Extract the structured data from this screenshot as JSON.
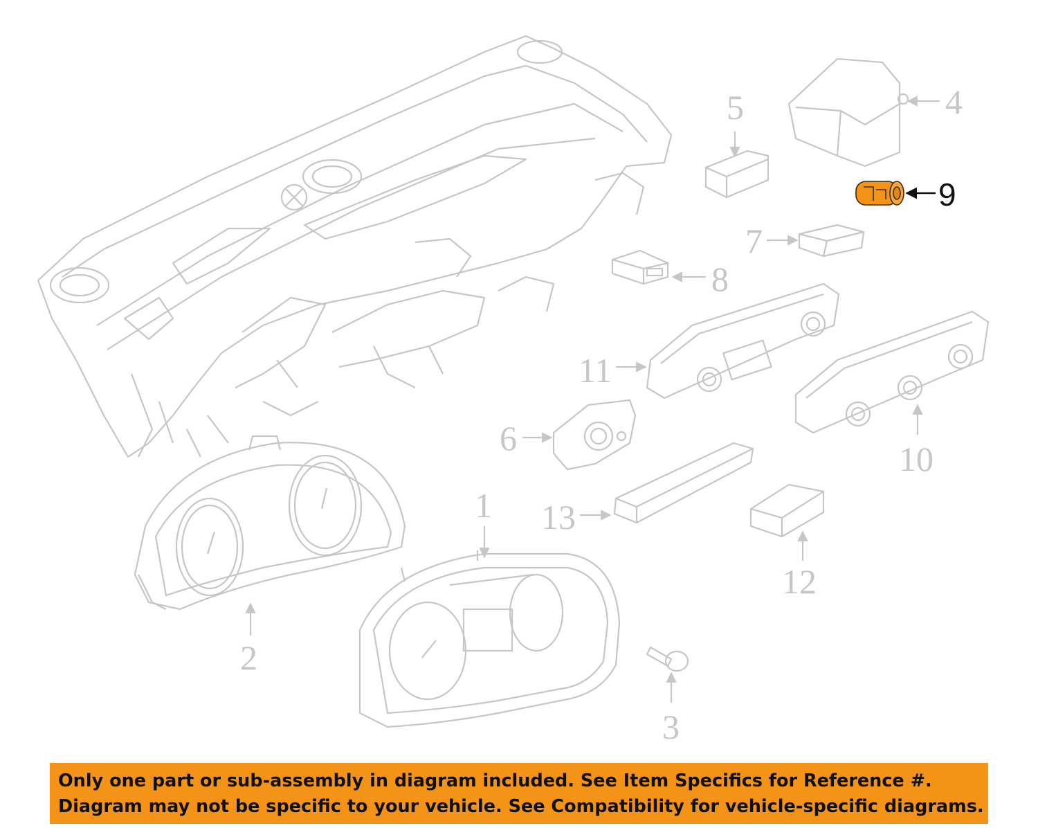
{
  "parts": [
    {
      "number": "1",
      "highlighted": false
    },
    {
      "number": "2",
      "highlighted": false
    },
    {
      "number": "3",
      "highlighted": false
    },
    {
      "number": "4",
      "highlighted": false
    },
    {
      "number": "5",
      "highlighted": false
    },
    {
      "number": "6",
      "highlighted": false
    },
    {
      "number": "7",
      "highlighted": false
    },
    {
      "number": "8",
      "highlighted": false
    },
    {
      "number": "9",
      "highlighted": true
    },
    {
      "number": "10",
      "highlighted": false
    },
    {
      "number": "11",
      "highlighted": false
    },
    {
      "number": "12",
      "highlighted": false
    },
    {
      "number": "13",
      "highlighted": false
    }
  ],
  "notice": {
    "line1": "Only one part or sub-assembly in diagram included. See Item Specifics for Reference #.",
    "line2": "Diagram may not be specific to your vehicle. See Compatibility for vehicle-specific diagrams."
  },
  "colors": {
    "line_art": "#c6c6c6",
    "highlight_part": "#f39318",
    "notice_background": "#f39318",
    "text_dark": "#111111"
  },
  "icons": {
    "dashboard": "dashboard-panel-icon",
    "cluster": "instrument-cluster-icon",
    "switch": "switch-module-icon",
    "knob": "rotary-knob-icon",
    "bolt": "bolt-icon"
  }
}
